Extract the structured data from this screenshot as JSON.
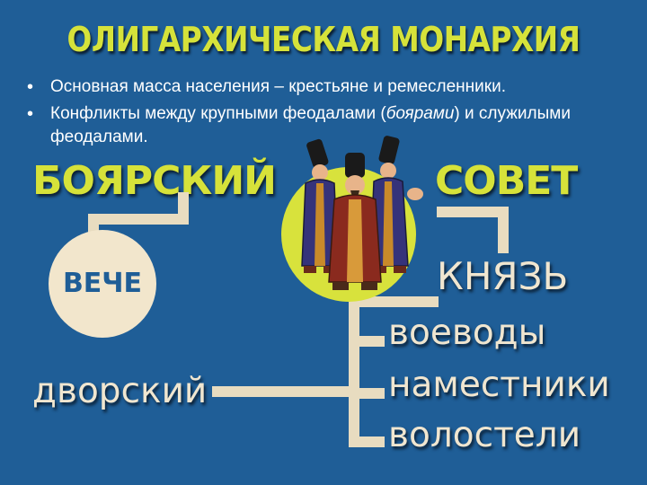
{
  "title": "ОЛИГАРХИЧЕСКАЯ МОНАРХИЯ",
  "bullets": [
    "Основная масса населения – крестьяне и ремесленники.",
    {
      "before": "Конфликты между крупными феодалами (",
      "italic": "боярами",
      "after": ") и служилыми феодалами."
    }
  ],
  "diagram": {
    "boyar_label": "БОЯРСКИЙ",
    "sovet_label": "СОВЕТ",
    "veche_label": "ВЕЧЕ",
    "knyaz_label": "КНЯЗЬ",
    "subordinates": [
      "воеводы",
      "наместники",
      "волостели"
    ],
    "dvorsky_label": "дворский"
  },
  "colors": {
    "background": "#1f5e97",
    "accent_yellow": "#d6e23a",
    "cream": "#f0e6d0"
  }
}
